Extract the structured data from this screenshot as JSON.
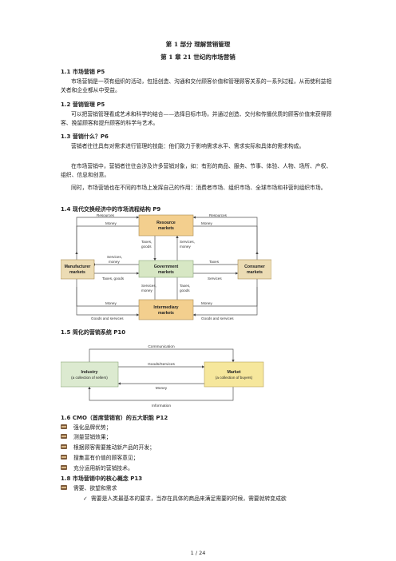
{
  "part_title": "第 1 部分  理解营销管理",
  "chapter_title": "第 1 章  21 世纪的市场营销",
  "s1": {
    "heading": "1.1 市场营销  P5",
    "text": "市场营销是一项有组织的活动，包括创造、沟通和交付顾客价值和管理顾客关系的一系列过程，从而使利益相关者和企业都从中受益。"
  },
  "s2": {
    "heading": "1.2 营销管理  P5",
    "text": "可以把营销管理看成艺术和科学的结合——选择目标市场，并通过创造、交付和传播优质的顾客价值来获得顾客、挽留顾客和提升顾客的科学与艺术。"
  },
  "s3": {
    "heading": "1.3  营销什么？P6",
    "p1": "营销者往往具有对需求进行管理的技能：他们致力于影响需求水平、需求实际和具体的需求构成。",
    "p2": "在市场营销中，营销者往往会涉及许多营销对象，如：有形的商品、服务、节事、体验、人物、场所、产权、组织、信息和创意。",
    "p3": "同时，市场营销也在不同的市场上发挥自己的作用：消费者市场、组织市场、全球市场和非营利组织市场。"
  },
  "s4": {
    "heading": "1.4  现代交换经济中的市场流程结构       P9",
    "diagram": {
      "resource": [
        "Resource",
        "markets"
      ],
      "manufacturer": [
        "Manufacturer",
        "markets"
      ],
      "government": [
        "Government",
        "markets"
      ],
      "consumer": [
        "Consumer",
        "markets"
      ],
      "intermediary": [
        "Intermediary",
        "markets"
      ],
      "resources_left": "Resources",
      "resources_right": "Resources",
      "money_top_left": "Money",
      "money_top_right": "Money",
      "taxes_goods_top": [
        "Taxes,",
        "goods"
      ],
      "services_money_top": [
        "Services,",
        "money"
      ],
      "services_money_left": [
        "Services,",
        "money"
      ],
      "taxes_right": "Taxes",
      "taxes_goods_left": "Taxes, goods",
      "services_right": "Services",
      "services_money_bottom": [
        "Services,",
        "money"
      ],
      "taxes_goods_bottom": [
        "Taxes,",
        "goods"
      ],
      "money_bottom_left": "Money",
      "money_bottom_right": "Money",
      "goods_services_left": "Goods and services",
      "goods_services_right": "Goods and services"
    }
  },
  "s5": {
    "heading": "1.5  简化的营销系统  P10",
    "diagram": {
      "communication": "Communication",
      "goods_services": "Goods/Services",
      "money": "Money",
      "information": "Information",
      "industry": [
        "Industry",
        "(a collection of sellers)"
      ],
      "market": [
        "Market",
        "(a collection of buyers)"
      ]
    }
  },
  "s6": {
    "heading": "1.6 CMO（首席营销官）的五大职能  P12",
    "items": [
      "强化品牌优势；",
      "测量营销效果；",
      "根据顾客需要推动新产品的开发；",
      "搜集富有价值的顾客意见；",
      "充分运用新的营销技术。"
    ]
  },
  "s7": {
    "heading": "1.8  市场营销中的核心概念  P13",
    "item": "需要、欲望和需求",
    "check_text": "需要是人类最基本的要求，当存在具体的商品来满足需要的时候，需要就转变成欲"
  },
  "page_number": "1 / 24",
  "colors": {
    "resource_box": "#f3cf8e",
    "gov_box": "#d7e7c4",
    "side_box": "#ecdcb4",
    "market_box": "#f6e79c",
    "industry_box": "#dcead0",
    "bullet_icon": "#7d5b3c"
  }
}
